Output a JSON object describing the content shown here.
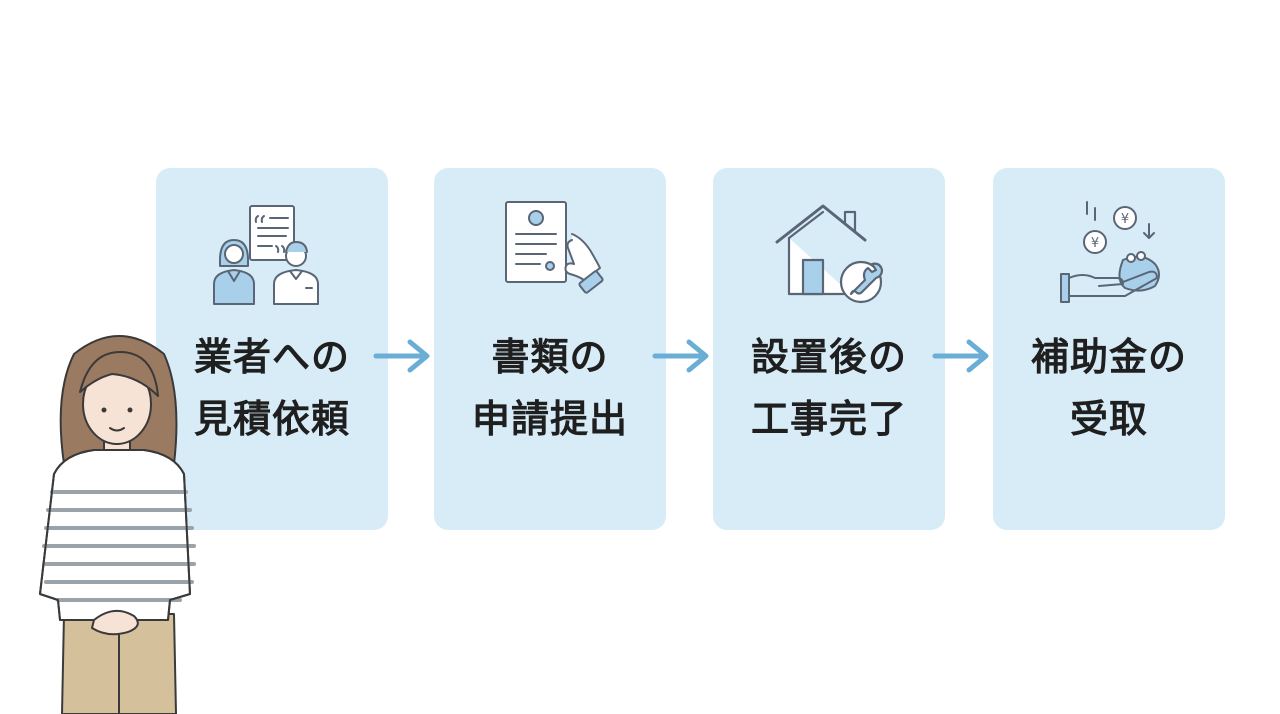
{
  "steps": [
    {
      "line1": "業者への",
      "line2": "見積依頼",
      "icon": "consultation-icon"
    },
    {
      "line1": "書類の",
      "line2": "申請提出",
      "icon": "document-submit-icon"
    },
    {
      "line1": "設置後の",
      "line2": "工事完了",
      "icon": "house-repair-icon"
    },
    {
      "line1": "補助金の",
      "line2": "受取",
      "icon": "subsidy-money-icon"
    }
  ],
  "colors": {
    "card": "#d8ecf8",
    "arrow": "#6aaed6",
    "icon_stroke": "#5a6675",
    "icon_fill": "#a9d0ea"
  }
}
